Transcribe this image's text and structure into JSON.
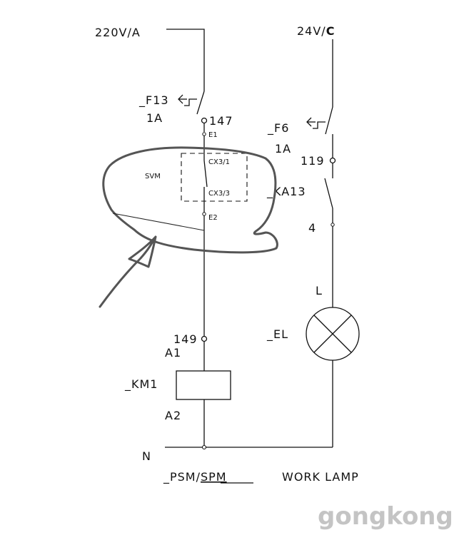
{
  "left_circuit": {
    "supply": "220V/A",
    "fuse": {
      "name": "_F13",
      "rating": "1A"
    },
    "nodes": {
      "top": "147",
      "e1": "E1",
      "e2": "E2",
      "coil_node": "149"
    },
    "contact_box": {
      "top": "CX3/1",
      "bottom": "CX3/3"
    },
    "coil": {
      "name": "_KM1",
      "a1": "A1",
      "a2": "A2"
    },
    "caption_left": "_PSM/",
    "caption_right": "SPM"
  },
  "right_circuit": {
    "supply_prefix": "24V/",
    "supply_suffix": "C",
    "fuse": {
      "name": "_F6",
      "rating": "1A"
    },
    "nodes": {
      "top": "119",
      "mid": "4"
    },
    "relay_contact": "_KA13",
    "lamp": {
      "name": "_EL",
      "pin": "L"
    },
    "caption": "WORK LAMP"
  },
  "neutral": "N",
  "annotation": "SVM",
  "watermark": "gongkong"
}
